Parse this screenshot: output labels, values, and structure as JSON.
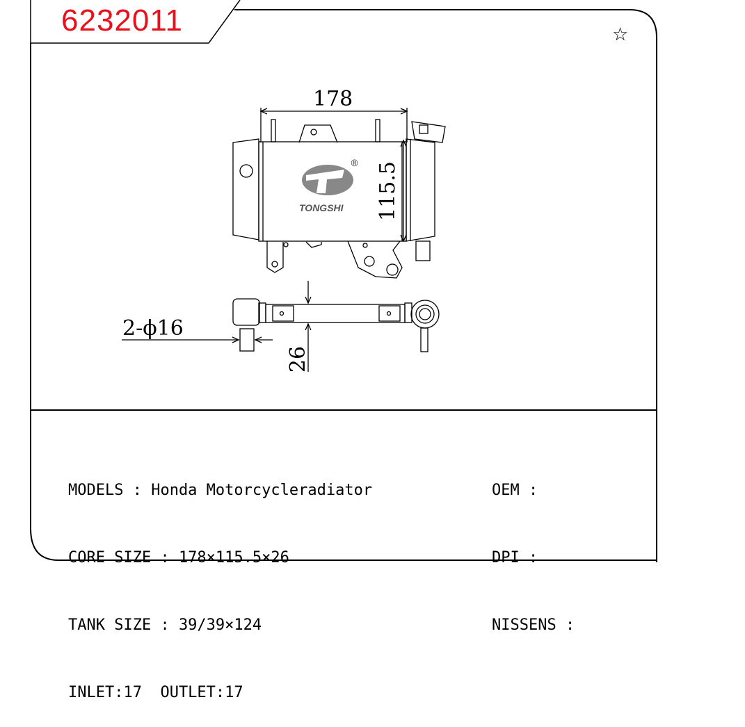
{
  "part_number": "6232011",
  "favorite_icon": "star-outline-icon",
  "drawing": {
    "dim_width": "178",
    "dim_height": "115.5",
    "dim_inlet": "2-ϕ16",
    "dim_thickness": "26",
    "logo_text": "TONGSHI",
    "logo_mark": "®"
  },
  "specs_left": {
    "models": "MODELS : Honda Motorcycleradiator",
    "core_size": "CORE SIZE : 178×115.5×26",
    "tank_size": "TANK SIZE : 39/39×124",
    "inlet_outlet": "INLET:17  OUTLET:17"
  },
  "specs_right": {
    "oem": "OEM :",
    "dpi": "DPI :",
    "nissens": "NISSENS :"
  }
}
